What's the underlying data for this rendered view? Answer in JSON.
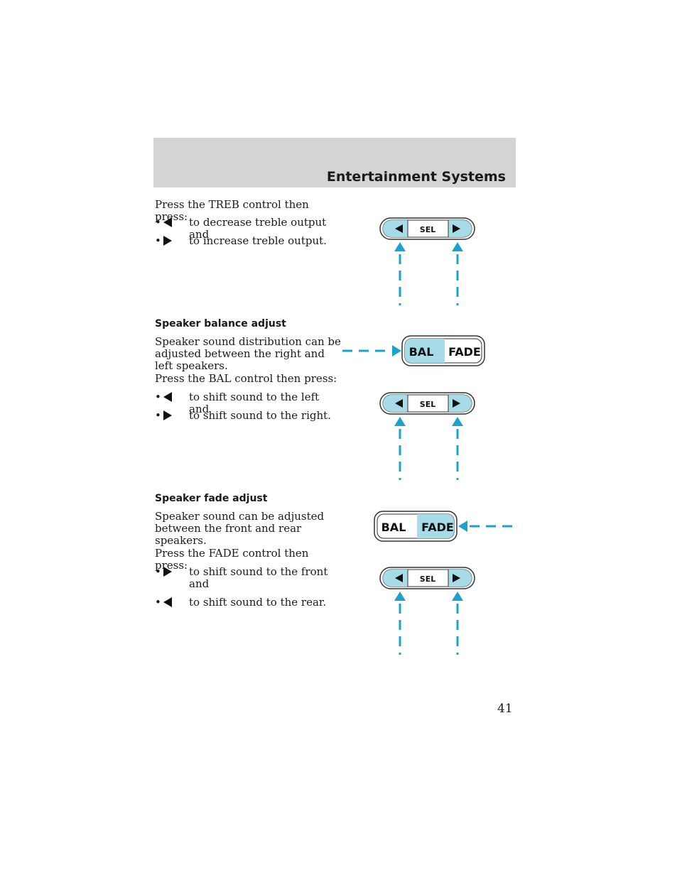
{
  "header": {
    "title": "Entertainment Systems"
  },
  "treble": {
    "intro": "Press the TREB control then press:",
    "bullets": [
      {
        "dot": "•",
        "icon": "left-arrow-icon",
        "text": "to decrease treble output and"
      },
      {
        "dot": "•",
        "icon": "right-arrow-icon",
        "text": "to increase treble output."
      }
    ]
  },
  "balance": {
    "heading": "Speaker balance adjust",
    "desc": "Speaker sound distribution can be adjusted between the right and left speakers.",
    "intro": "Press the BAL control then press:",
    "bullets": [
      {
        "dot": "•",
        "icon": "left-arrow-icon",
        "text": "to shift sound to the left and"
      },
      {
        "dot": "•",
        "icon": "right-arrow-icon",
        "text": "to shift sound to the right."
      }
    ]
  },
  "fade": {
    "heading": "Speaker fade adjust",
    "desc": "Speaker sound can be adjusted between the front and rear speakers.",
    "intro": "Press the FADE control then press:",
    "bullets": [
      {
        "dot": "•",
        "icon": "right-arrow-icon",
        "text": "to shift sound to the front and"
      },
      {
        "dot": "•",
        "icon": "left-arrow-icon",
        "text": "to shift sound to the rear."
      }
    ]
  },
  "controls": {
    "sel_label": "SEL",
    "bal_label": "BAL",
    "fade_label": "FADE"
  },
  "colors": {
    "highlight": "#a8dbe8",
    "callout": "#1aa3cc"
  },
  "page_number": "41"
}
